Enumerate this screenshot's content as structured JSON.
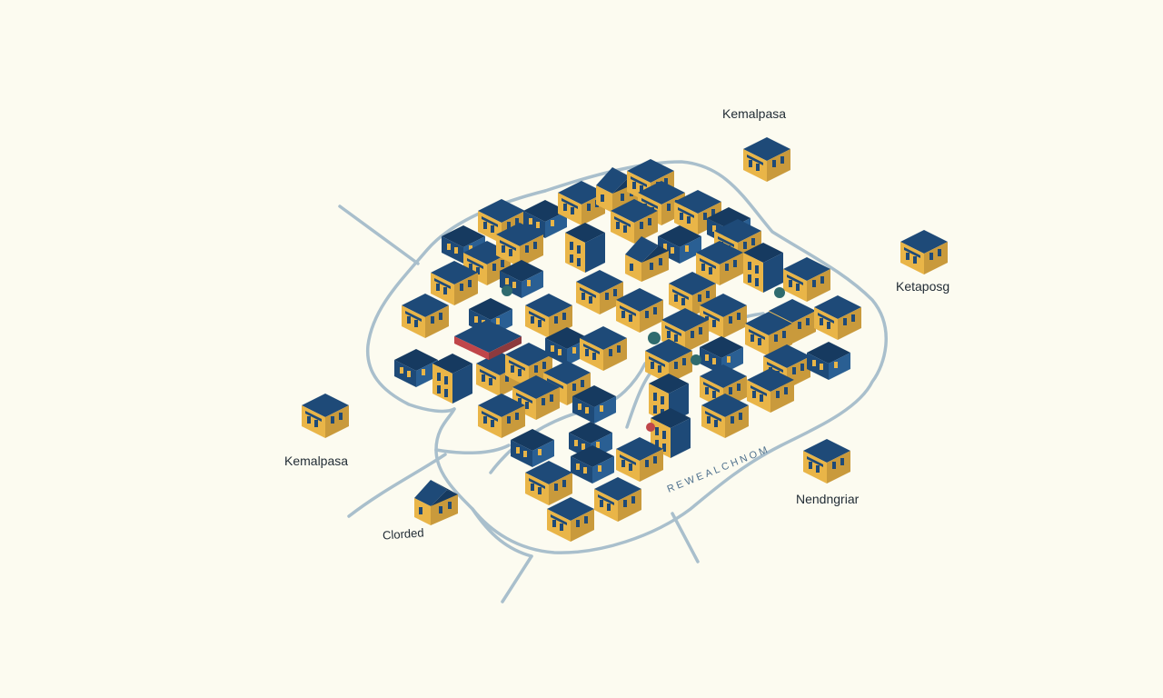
{
  "colors": {
    "background": "#fcfbf0",
    "roof": "#1e4a78",
    "roof_dark": "#163a60",
    "wall": "#e9b548",
    "wall_shade": "#c99a3c",
    "road": "#a9bfcc",
    "text": "#1f2a33",
    "accent_red": "#c0464a",
    "tree": "#2f6b6e"
  },
  "labels": {
    "kemalpasa_top": "Kemalpasa",
    "ketaposg": "Ketaposg",
    "kemalpasa_left": "Kemalpasa",
    "clorded": "Clorded",
    "nendngriar": "Nendngriar",
    "road_label": "REWEALCHNOM"
  },
  "icons": {
    "building": "isometric-house-icon"
  }
}
